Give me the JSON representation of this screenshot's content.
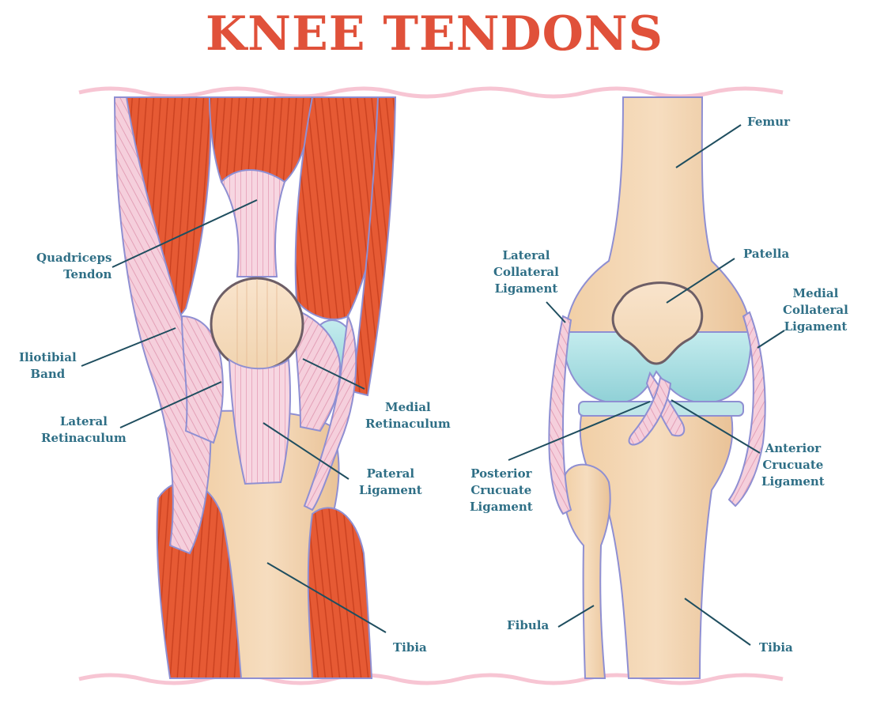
{
  "title": "KNEE TENDONS",
  "colors": {
    "title": "#e0513a",
    "label": "#2f6f86",
    "muscle": "#e65a34",
    "tendon": "#f6cfdc",
    "bone": "#f3d7b4",
    "cartilage": "#a9dfe2",
    "outline": "#8f8fd2",
    "leader": "#1f4e5f"
  },
  "left_view": {
    "labels": {
      "quadriceps_tendon": [
        "Quadriceps",
        "Tendon"
      ],
      "iliotibial_band": [
        "Iliotibial",
        "Band"
      ],
      "lateral_retinaculum": [
        "Lateral",
        "Retinaculum"
      ],
      "medial_retinaculum": [
        "Medial",
        "Retinaculum"
      ],
      "pateral_ligament": [
        "Pateral",
        "Ligament"
      ],
      "tibia": [
        "Tibia"
      ]
    }
  },
  "right_view": {
    "labels": {
      "femur": [
        "Femur"
      ],
      "lateral_collateral_ligament": [
        "Lateral",
        "Collateral",
        "Ligament"
      ],
      "patella": [
        "Patella"
      ],
      "medial_collateral_ligament": [
        "Medial",
        "Collateral",
        "Ligament"
      ],
      "posterior_crucuate_ligament": [
        "Posterior",
        "Crucuate",
        "Ligament"
      ],
      "anterior_crucuate_ligament": [
        "Anterior",
        "Crucuate",
        "Ligament"
      ],
      "fibula": [
        "Fibula"
      ],
      "tibia": [
        "Tibia"
      ]
    }
  }
}
